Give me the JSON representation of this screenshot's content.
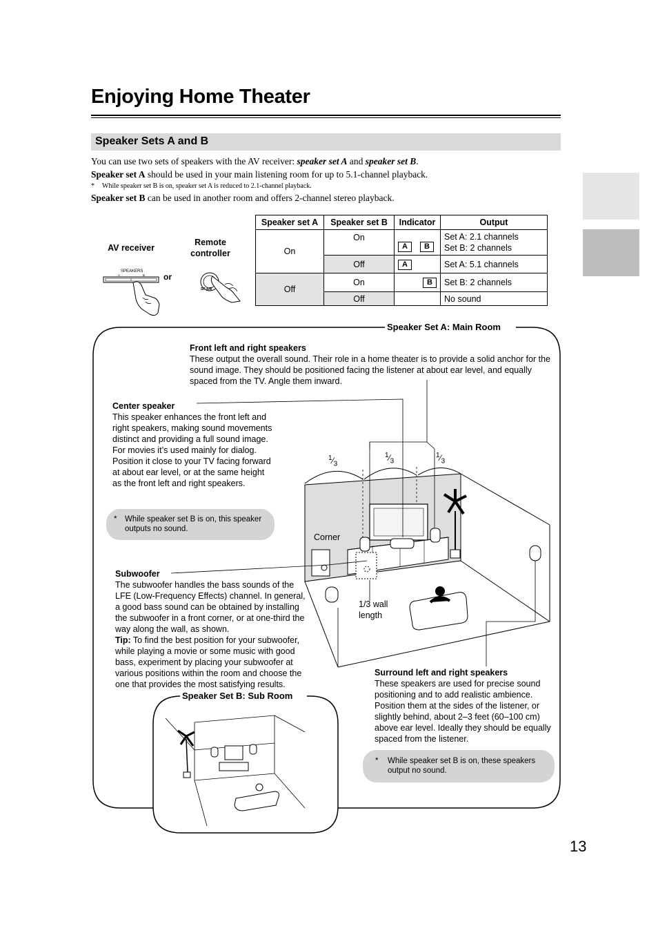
{
  "page": {
    "title": "Enjoying Home Theater",
    "section_title": "Speaker Sets A and B",
    "page_number": "13"
  },
  "intro": {
    "line1_prefix": "You can use two sets of speakers with the AV receiver: ",
    "line1_em1": "speaker set A",
    "line1_mid": " and ",
    "line1_em2": "speaker set B",
    "line1_end": ".",
    "line2_bold": "Speaker set A",
    "line2_rest": " should be used in your main listening room for up to 5.1-channel playback.",
    "footnote_mark": "*",
    "footnote": "While speaker set B is on, speaker set A is reduced to 2.1-channel playback.",
    "line3_bold": "Speaker set B",
    "line3_rest": " can be used in another room and offers 2-channel stereo playback."
  },
  "controls": {
    "av_receiver": "AV receiver",
    "remote": "Remote controller",
    "or": "or",
    "speakers_label": "SPEAKERS",
    "a_mark": "A",
    "b_mark": "B",
    "sp_button": "SP A/B"
  },
  "table": {
    "headers": [
      "Speaker set A",
      "Speaker set B",
      "Indicator",
      "Output"
    ],
    "rows": [
      {
        "a": "On",
        "b": "On",
        "ind_a": "A",
        "ind_b": "B",
        "out1": "Set A: 2.1 channels",
        "out2": "Set B: 2 channels"
      },
      {
        "b": "Off",
        "ind_a": "A",
        "out1": "Set A: 5.1 channels"
      },
      {
        "a": "Off",
        "b": "On",
        "ind_b": "B",
        "out1": "Set B: 2 channels"
      },
      {
        "b": "Off",
        "out1": "No sound"
      }
    ]
  },
  "main_room": {
    "title": "Speaker Set A: Main Room",
    "front_title": "Front left and right speakers",
    "front_text": "These output the overall sound. Their role in a home theater is to provide a solid anchor for the sound image. They should be positioned facing the listener at about ear level, and equally spaced from the TV. Angle them inward.",
    "center_title": "Center speaker",
    "center_text1": "This speaker enhances the front left and right speakers, making sound movements distinct and providing a full sound image. For movies it’s used mainly for dialog.",
    "center_text2": "Position it close to your TV facing forward at about ear level, or at the same height as the front left and right speakers.",
    "center_note_mark": "*",
    "center_note": "While speaker set B is on, this speaker outputs no sound.",
    "sub_title": "Subwoofer",
    "sub_text": "The subwoofer handles the bass sounds of the LFE (Low-Frequency Effects) channel. In general, a good bass sound can be obtained by installing the subwoofer in a front corner, or at one-third the way along the wall, as shown.",
    "tip_label": "Tip:",
    "tip_text": " To find the best position for your subwoofer, while playing a movie or some music with good bass, experiment by placing your subwoofer at various positions within the room and choose the one that provides the most satisfying results.",
    "corner": "Corner",
    "wall_length": "1/3 wall length",
    "third_num": "1",
    "third_den": "3",
    "surround_title": "Surround left and right speakers",
    "surround_text": "These speakers are used for precise sound positioning and to add realistic ambience. Position them at the sides of the listener, or slightly behind, about 2–3 feet (60–100 cm) above ear level. Ideally they should be equally spaced from the listener.",
    "surround_note_mark": "*",
    "surround_note": "While speaker set B is on, these speakers output no sound."
  },
  "sub_room": {
    "title": "Speaker Set B: Sub Room"
  }
}
